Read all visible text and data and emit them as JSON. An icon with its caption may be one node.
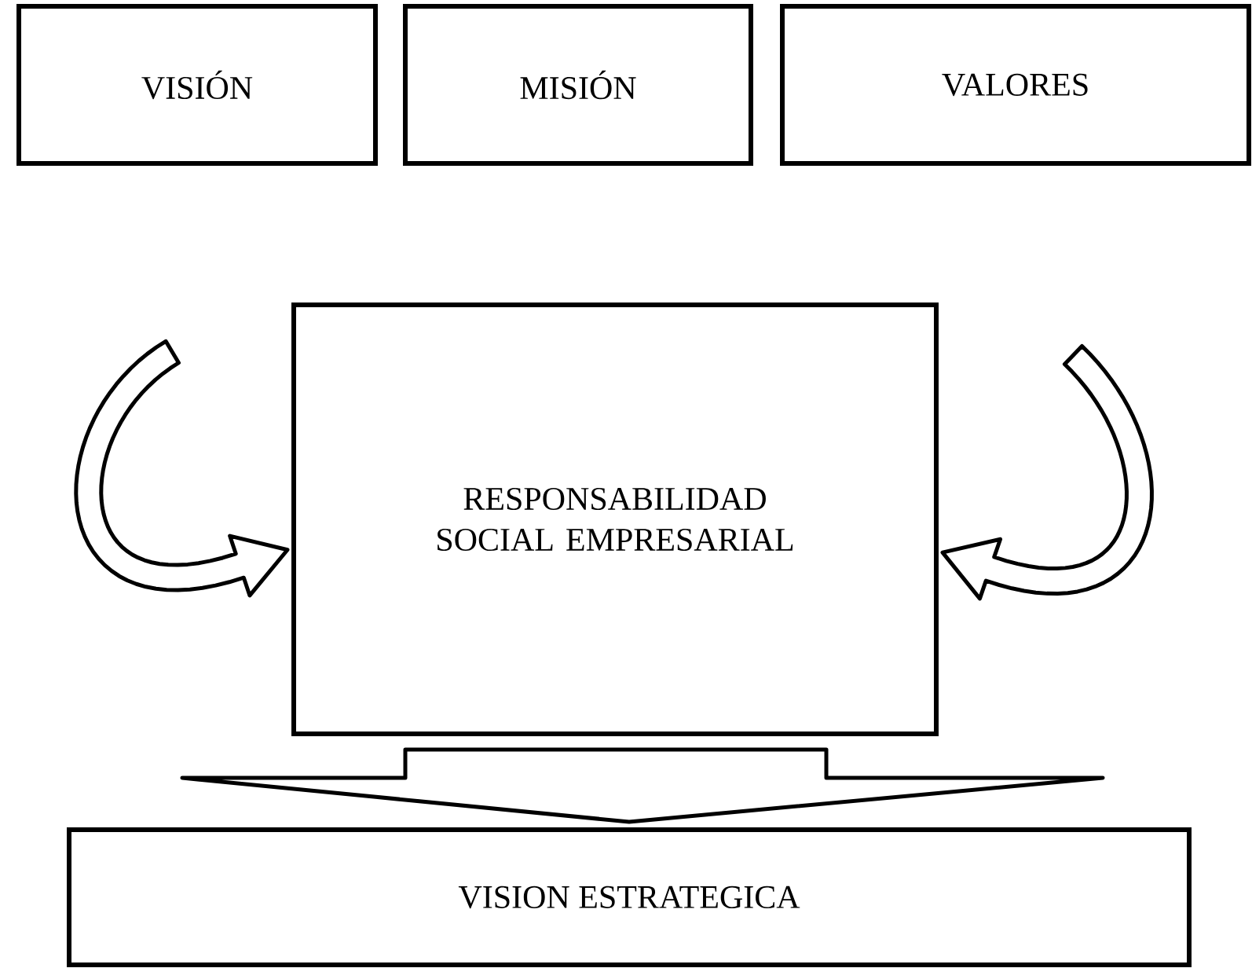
{
  "diagram": {
    "nodes": [
      {
        "text": [
          "VISIÓN"
        ]
      },
      {
        "text": [
          "MISIÓN"
        ]
      },
      {
        "text": [
          "VALORES"
        ]
      },
      {
        "text": [
          "RESPONSABILIDAD SOCIAL EMPRESARIAL"
        ]
      },
      {
        "text": [
          "VISION ESTRATEGICA"
        ]
      }
    ],
    "edges": [
      {
        "from": null,
        "to": 3,
        "arrow": "to"
      },
      {
        "from": null,
        "to": 3,
        "arrow": "to"
      },
      {
        "from": 3,
        "to": 4,
        "arrow": "to"
      }
    ]
  }
}
